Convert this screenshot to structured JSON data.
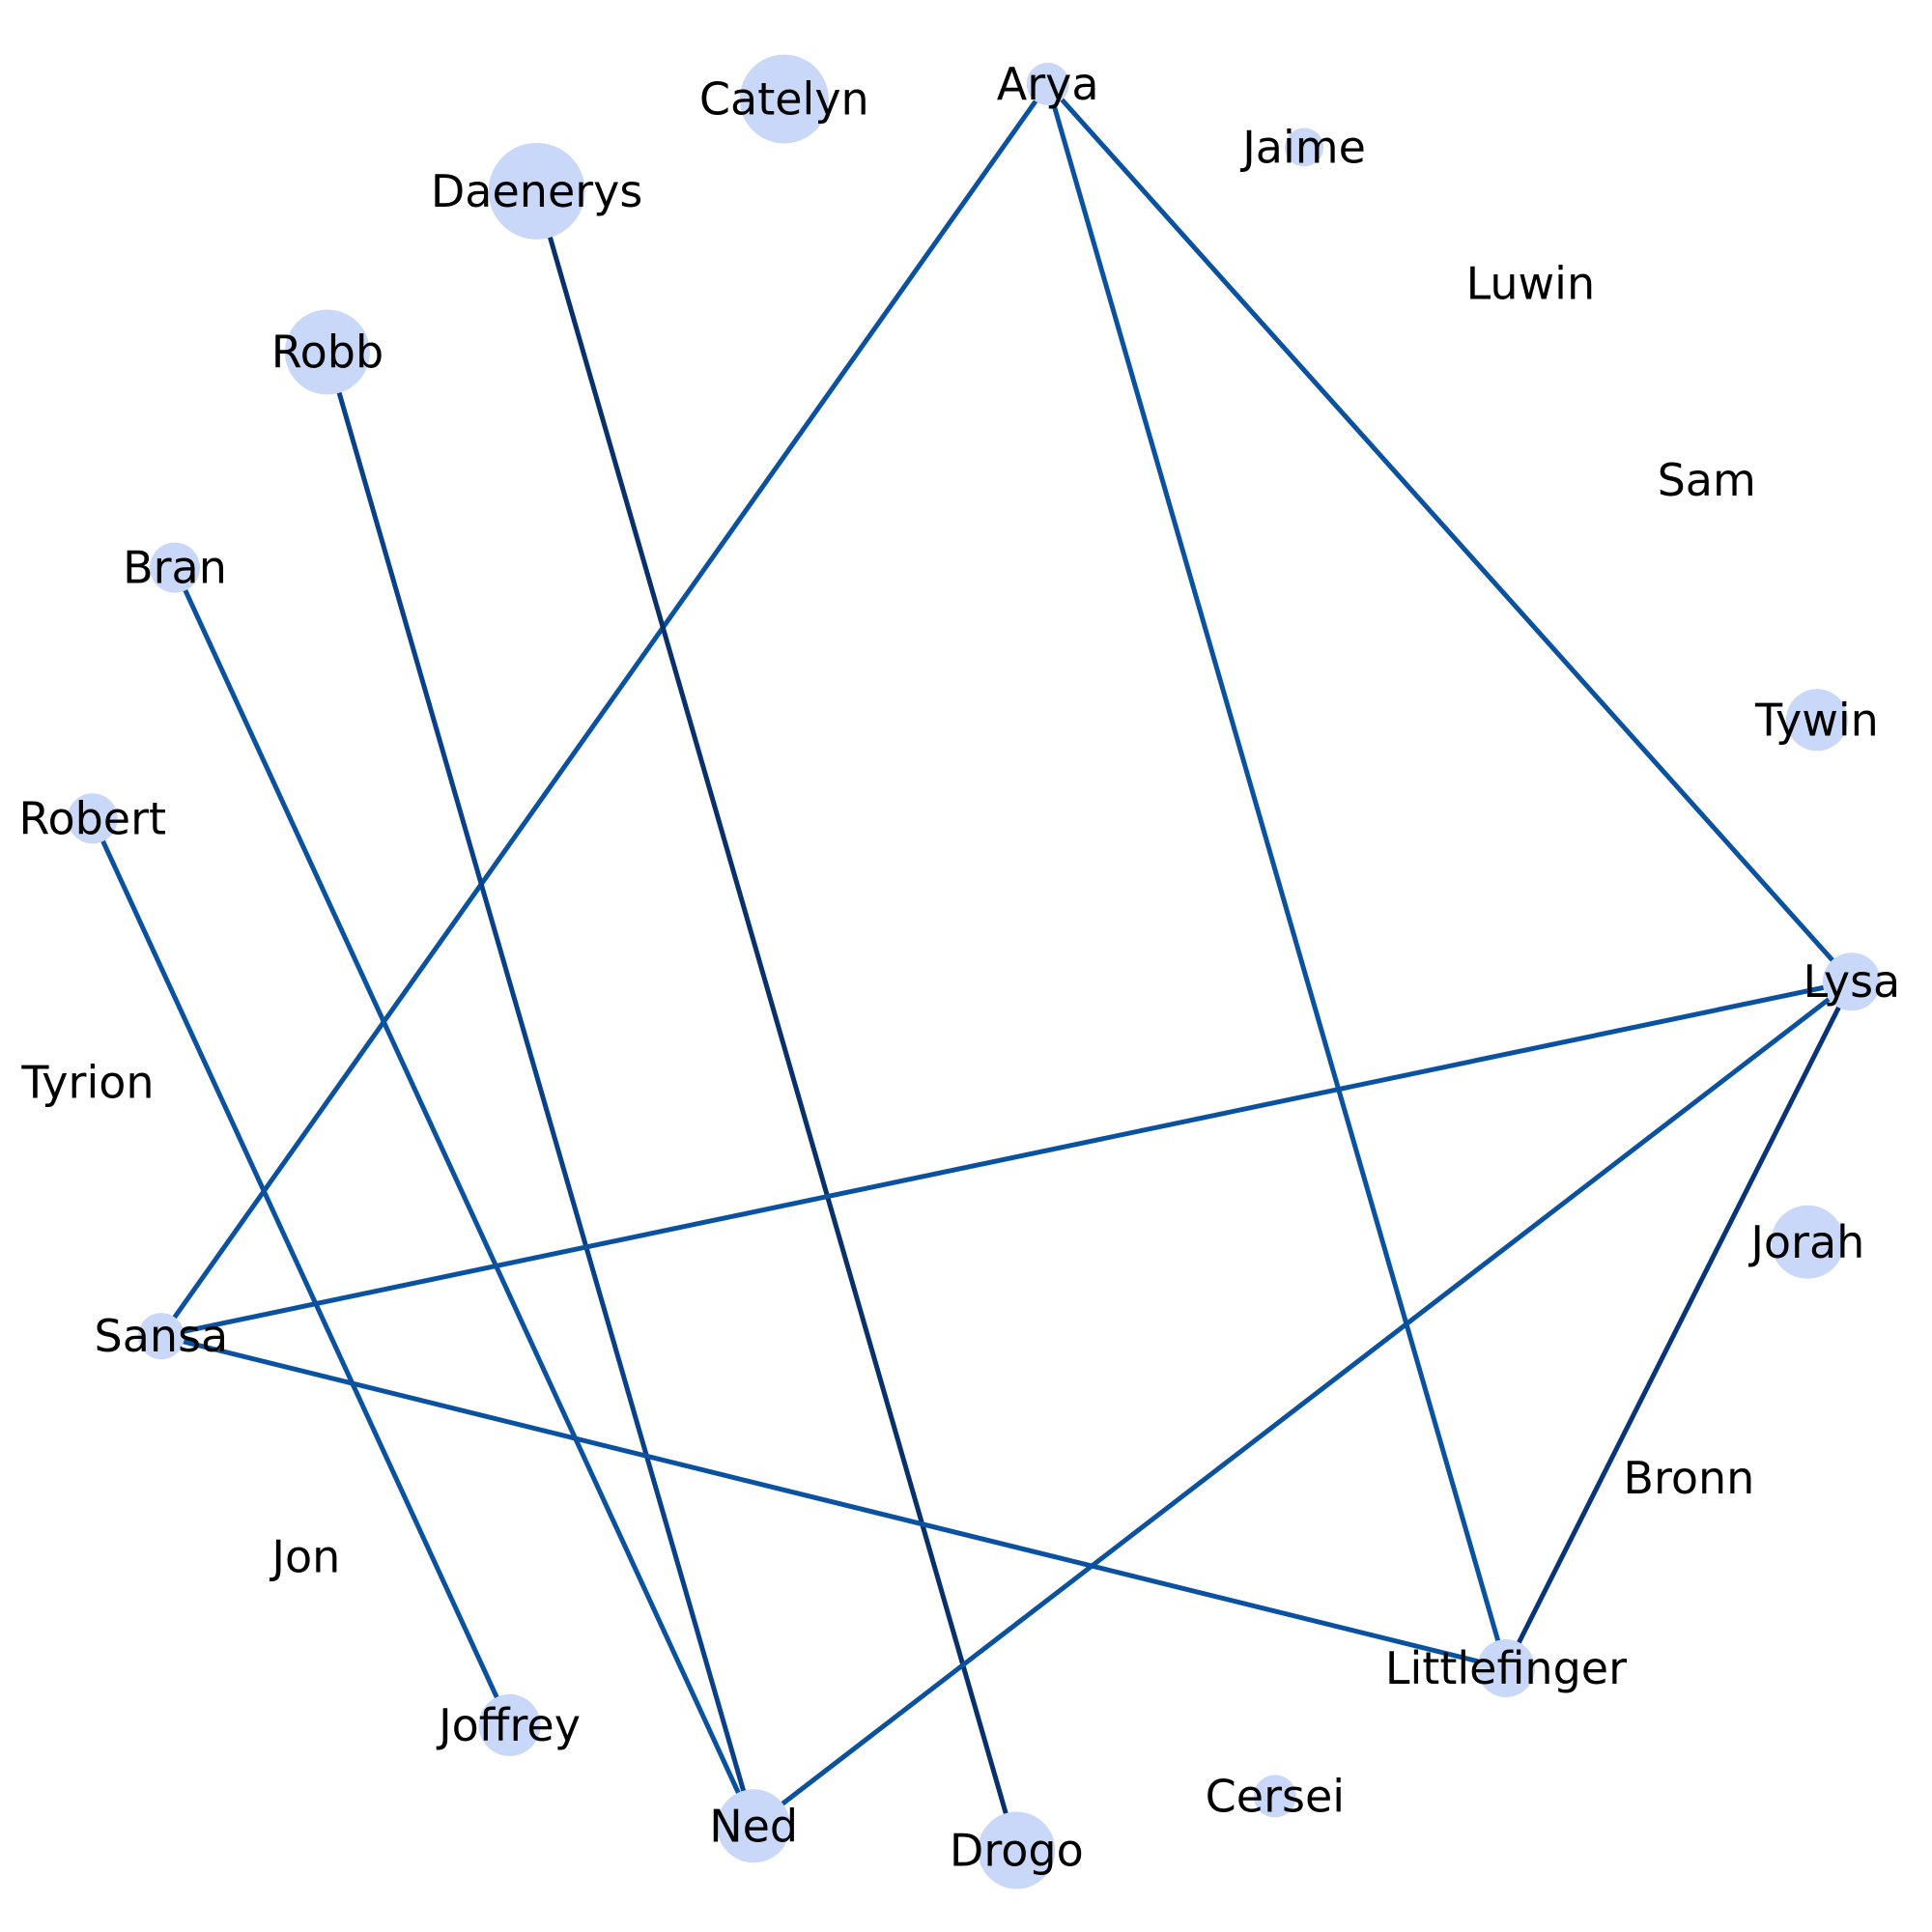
{
  "graph": {
    "colors": {
      "node_fill": "#c9d8f8",
      "label": "#000000"
    },
    "nodes": [
      {
        "id": "Arya",
        "label": "Arya",
        "degree": 3
      },
      {
        "id": "Catelyn",
        "label": "Catelyn",
        "degree": 0
      },
      {
        "id": "Daenerys",
        "label": "Daenerys",
        "degree": 1
      },
      {
        "id": "Robb",
        "label": "Robb",
        "degree": 1
      },
      {
        "id": "Bran",
        "label": "Bran",
        "degree": 1
      },
      {
        "id": "Robert",
        "label": "Robert",
        "degree": 1
      },
      {
        "id": "Tyrion",
        "label": "Tyrion",
        "degree": 0
      },
      {
        "id": "Sansa",
        "label": "Sansa",
        "degree": 3
      },
      {
        "id": "Jon",
        "label": "Jon",
        "degree": 0
      },
      {
        "id": "Joffrey",
        "label": "Joffrey",
        "degree": 1
      },
      {
        "id": "Ned",
        "label": "Ned",
        "degree": 3
      },
      {
        "id": "Drogo",
        "label": "Drogo",
        "degree": 1
      },
      {
        "id": "Cersei",
        "label": "Cersei",
        "degree": 0
      },
      {
        "id": "Littlefinger",
        "label": "Littlefinger",
        "degree": 3
      },
      {
        "id": "Bronn",
        "label": "Bronn",
        "degree": 0
      },
      {
        "id": "Jorah",
        "label": "Jorah",
        "degree": 0
      },
      {
        "id": "Lysa",
        "label": "Lysa",
        "degree": 4
      },
      {
        "id": "Tywin",
        "label": "Tywin",
        "degree": 0
      },
      {
        "id": "Sam",
        "label": "Sam",
        "degree": 0
      },
      {
        "id": "Luwin",
        "label": "Luwin",
        "degree": 0
      },
      {
        "id": "Jaime",
        "label": "Jaime",
        "degree": 0
      }
    ],
    "edges": [
      {
        "source": "Arya",
        "target": "Sansa",
        "color": "#0a52a0"
      },
      {
        "source": "Arya",
        "target": "Littlefinger",
        "color": "#0a52a0"
      },
      {
        "source": "Arya",
        "target": "Lysa",
        "color": "#0a52a0"
      },
      {
        "source": "Daenerys",
        "target": "Drogo",
        "color": "#08306b"
      },
      {
        "source": "Robb",
        "target": "Ned",
        "color": "#08408a"
      },
      {
        "source": "Bran",
        "target": "Ned",
        "color": "#0a52a0"
      },
      {
        "source": "Robert",
        "target": "Joffrey",
        "color": "#0a52a0"
      },
      {
        "source": "Sansa",
        "target": "Littlefinger",
        "color": "#0a52a0"
      },
      {
        "source": "Sansa",
        "target": "Lysa",
        "color": "#0a52a0"
      },
      {
        "source": "Ned",
        "target": "Lysa",
        "color": "#0a52a0"
      },
      {
        "source": "Littlefinger",
        "target": "Lysa",
        "color": "#08357a"
      }
    ]
  }
}
